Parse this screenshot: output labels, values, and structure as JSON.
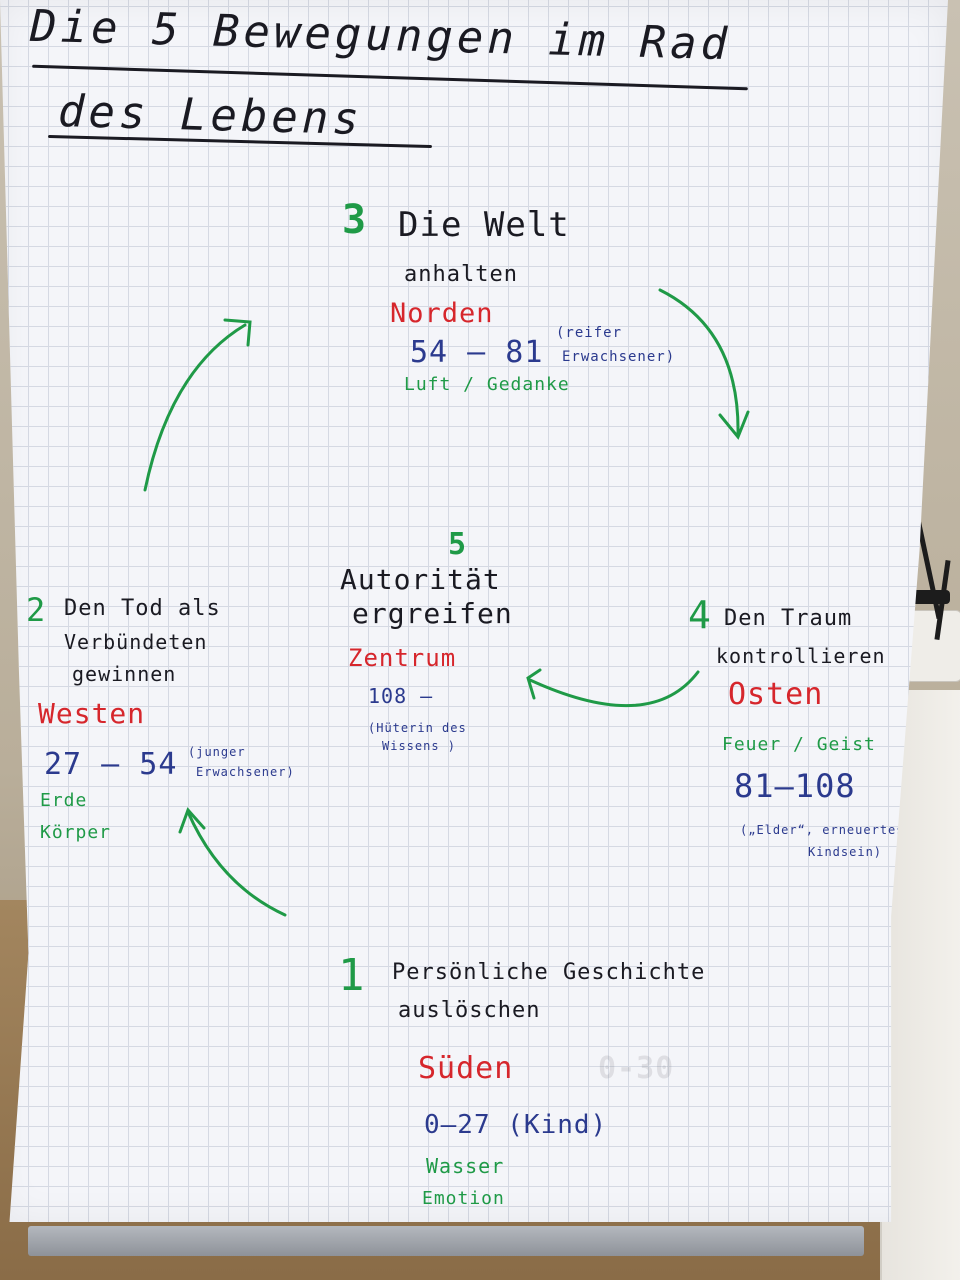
{
  "title": {
    "line1": "Die 5 Bewegungen im Rad",
    "line2": "des Lebens"
  },
  "north": {
    "number": "3",
    "title_line1": "Die Welt",
    "title_line2": "anhalten",
    "direction": "Norden",
    "age": "54 – 81",
    "note_line1": "(reifer",
    "note_line2": "Erwachsener)",
    "element": "Luft / Gedanke"
  },
  "center": {
    "number": "5",
    "title_line1": "Autorität",
    "title_line2": "ergreifen",
    "direction": "Zentrum",
    "age": "108 –",
    "note_line1": "(Hüterin des",
    "note_line2": "Wissens )"
  },
  "west": {
    "number": "2",
    "title_line1": "Den Tod als",
    "title_line2": "Verbündeten",
    "title_line3": "gewinnen",
    "direction": "Westen",
    "age": "27 – 54",
    "note_line1": "(junger",
    "note_line2": "Erwachsener)",
    "element_line1": "Erde",
    "element_line2": "Körper"
  },
  "east": {
    "number": "4",
    "title_line1": "Den Traum",
    "title_line2": "kontrollieren",
    "direction": "Osten",
    "element": "Feuer / Geist",
    "age": "81–108",
    "note_line1": "(„Elder“, erneuertes",
    "note_line2": "Kindsein)"
  },
  "south": {
    "number": "1",
    "title_line1": "Persönliche Geschichte",
    "title_line2": "auslöschen",
    "direction": "Süden",
    "age": "0–27 (Kind)",
    "element_line1": "Wasser",
    "element_line2": "Emotion",
    "erased": "0-30"
  },
  "colors": {
    "marker_black": "#1a1a22",
    "marker_red": "#d6262c",
    "marker_green": "#1f9a47",
    "marker_blue": "#2b3a8e"
  }
}
